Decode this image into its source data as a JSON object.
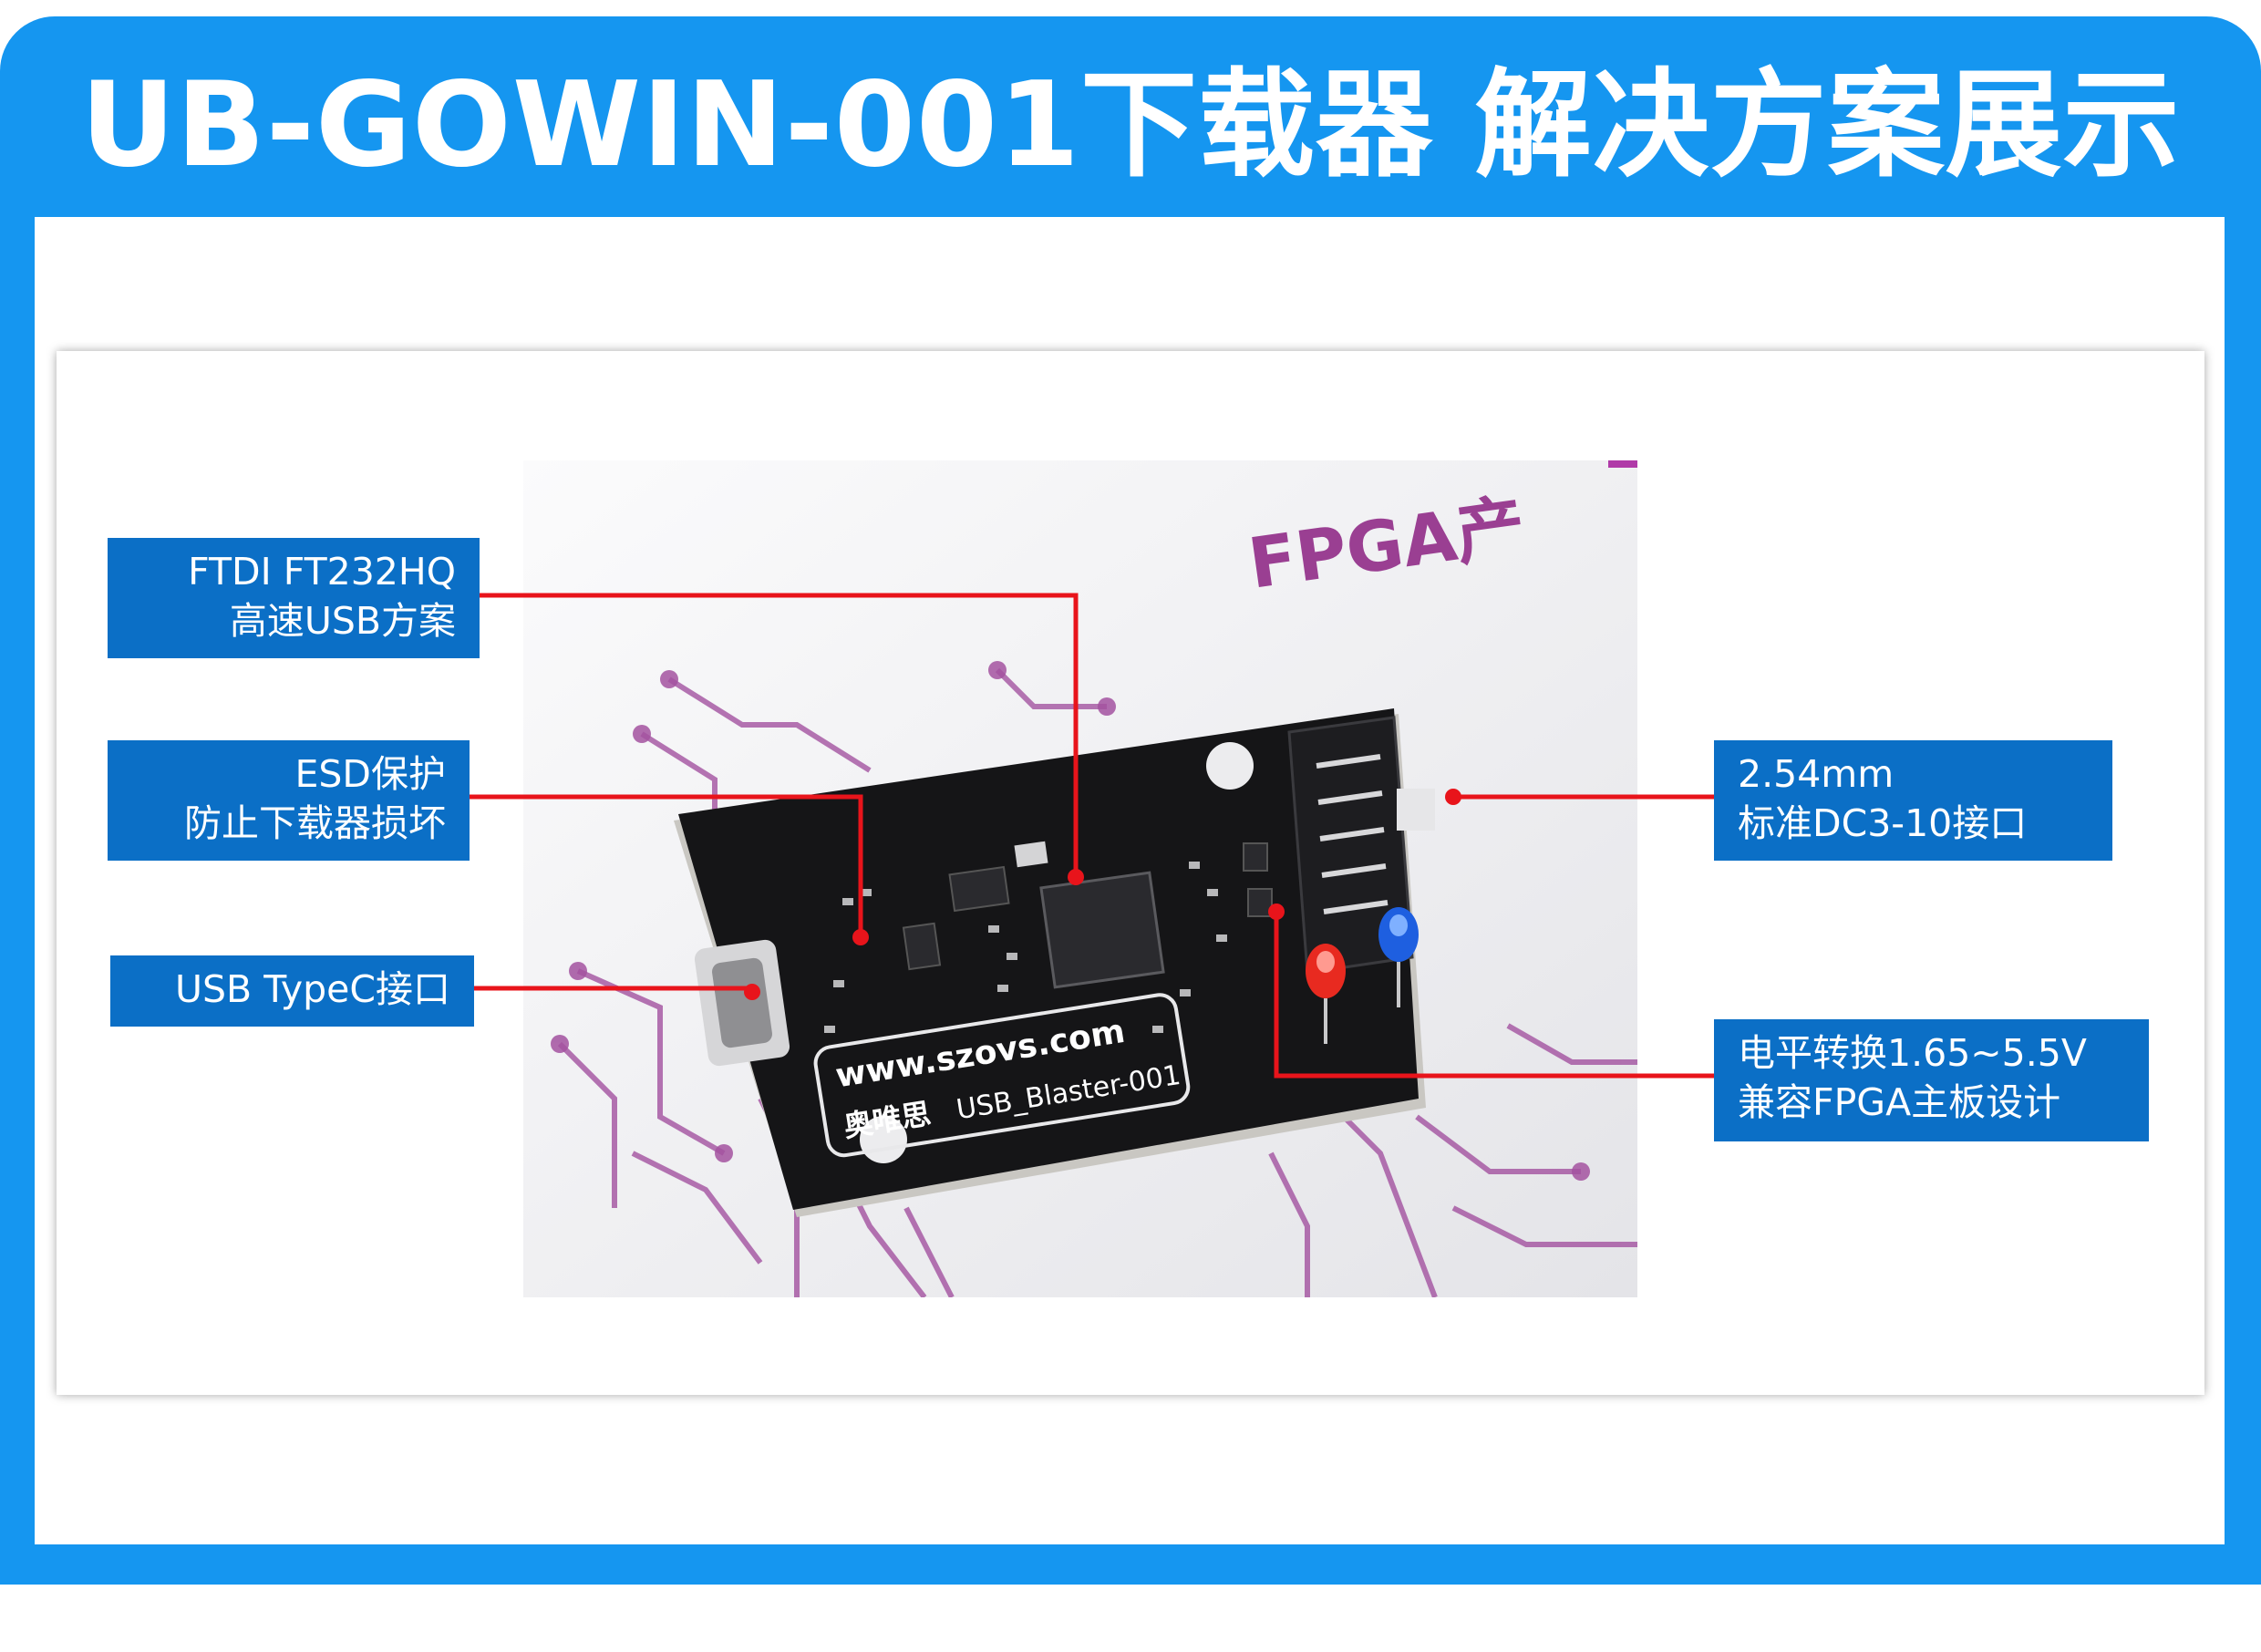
{
  "title": "UB-GOWIN-001下载器 解决方案展示",
  "callouts": {
    "chip": {
      "line1": "FTDI FT232HQ",
      "line2": "高速USB方案"
    },
    "esd": {
      "line1": "ESD保护",
      "line2": "防止下载器损坏"
    },
    "usb": {
      "line1": "USB TypeC接口"
    },
    "connector": {
      "line1": "2.54mm",
      "line2": "标准DC3-10接口"
    },
    "level": {
      "line1": "电平转换1.65~5.5V",
      "line2": "兼容FPGA主板设计"
    }
  },
  "photo": {
    "backdrop_text": "FPGA产",
    "board_silk": {
      "url": "www.szovs.com",
      "brand": "奥唯思",
      "model": "USB_Blaster-001"
    }
  },
  "colors": {
    "frame_blue": "#1596f0",
    "callout_blue": "#0b6fc6",
    "pointer_red": "#e8141b"
  }
}
